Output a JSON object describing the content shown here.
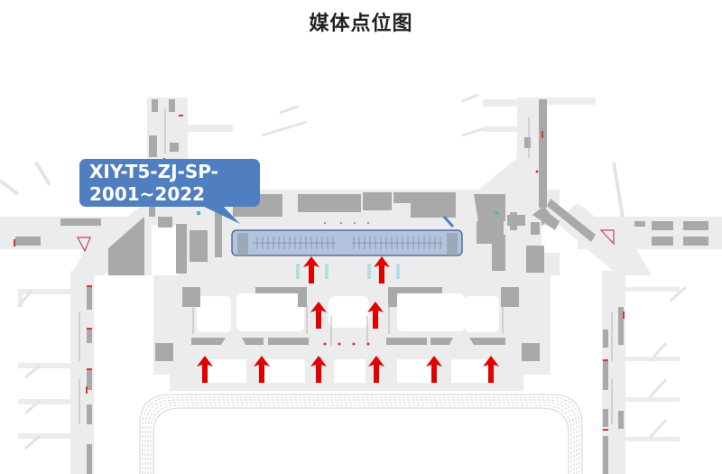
{
  "page": {
    "title": "媒体点位图"
  },
  "callout": {
    "line1": "XIY-T5-ZJ-SP-",
    "line2": "2001~2022",
    "color": "#4f7fc1"
  },
  "map": {
    "terminal": "T5",
    "highlight_zone": {
      "label": "XIY-T5-ZJ-SP-2001~2022",
      "fill": "#9fb6d6",
      "stroke": "#3a5f9a"
    },
    "flow_arrows": {
      "color": "#e00000",
      "count": 10,
      "rows": [
        {
          "row": "security",
          "count": 2
        },
        {
          "row": "middle",
          "count": 2
        },
        {
          "row": "entrance",
          "count": 6
        }
      ]
    },
    "colors": {
      "floor": "#ececec",
      "block": "#a9a9a9",
      "background": "#ffffff"
    }
  }
}
